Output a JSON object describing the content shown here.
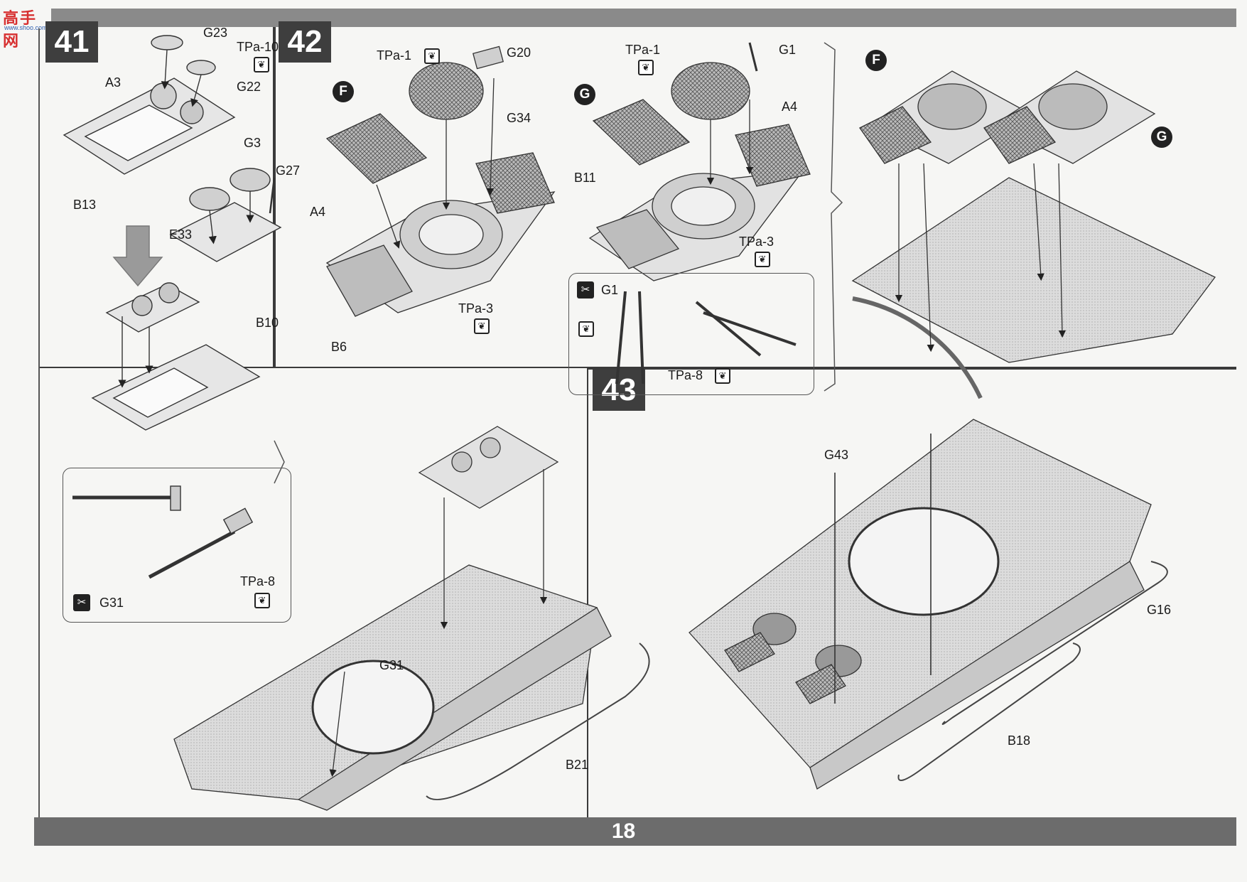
{
  "watermark": {
    "title": "高手网",
    "url": "www.shoo.com"
  },
  "page_number": "18",
  "steps": [
    {
      "id": "41",
      "label": "41"
    },
    {
      "id": "42",
      "label": "42"
    },
    {
      "id": "43",
      "label": "43"
    }
  ],
  "step41": {
    "parts": [
      "G23",
      "TPa-10",
      "A3",
      "G22",
      "G3",
      "G27",
      "B13",
      "E33",
      "B10"
    ],
    "inset": {
      "tool_part": "G31",
      "tool_label": "TPa-8"
    }
  },
  "step42": {
    "variant_f": "F",
    "variant_g": "G",
    "f_parts": [
      "TPa-1",
      "G20",
      "G34",
      "A4",
      "TPa-3",
      "B6"
    ],
    "g_parts": [
      "TPa-1",
      "G1",
      "A4",
      "B11",
      "TPa-3"
    ],
    "inset": {
      "tool_part": "G1",
      "tool_label": "TPa-8"
    },
    "result_f": "F",
    "result_g": "G"
  },
  "step42b": {
    "parts": [
      "G31",
      "B21"
    ]
  },
  "step43": {
    "parts": [
      "G43",
      "G16",
      "B18"
    ]
  },
  "icons": {
    "glue": "❦",
    "tool": "✂"
  }
}
